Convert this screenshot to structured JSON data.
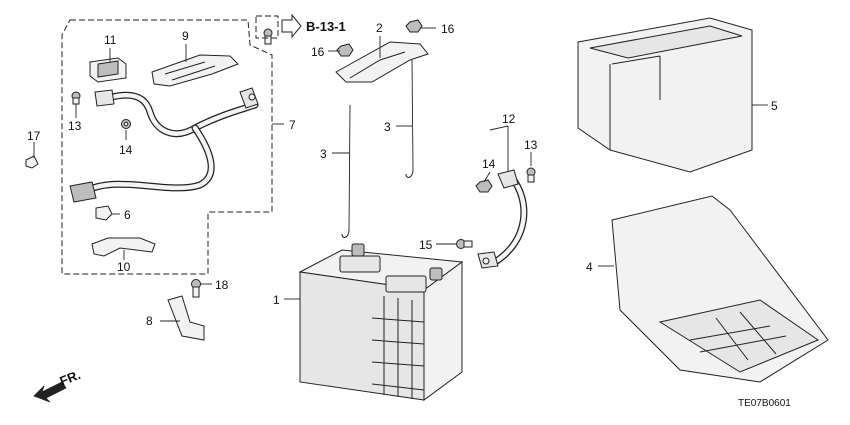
{
  "labels": {
    "p1": "1",
    "p2": "2",
    "p3a": "3",
    "p3b": "3",
    "p4": "4",
    "p5": "5",
    "p6": "6",
    "p7": "7",
    "p8": "8",
    "p9": "9",
    "p10": "10",
    "p11": "11",
    "p12": "12",
    "p13a": "13",
    "p13b": "13",
    "p14a": "14",
    "p14b": "14",
    "p15": "15",
    "p16a": "16",
    "p16b": "16",
    "p17": "17",
    "p18": "18"
  },
  "reference": "B-13-1",
  "front_marker": "FR.",
  "diagram_code": "TE07B0601"
}
